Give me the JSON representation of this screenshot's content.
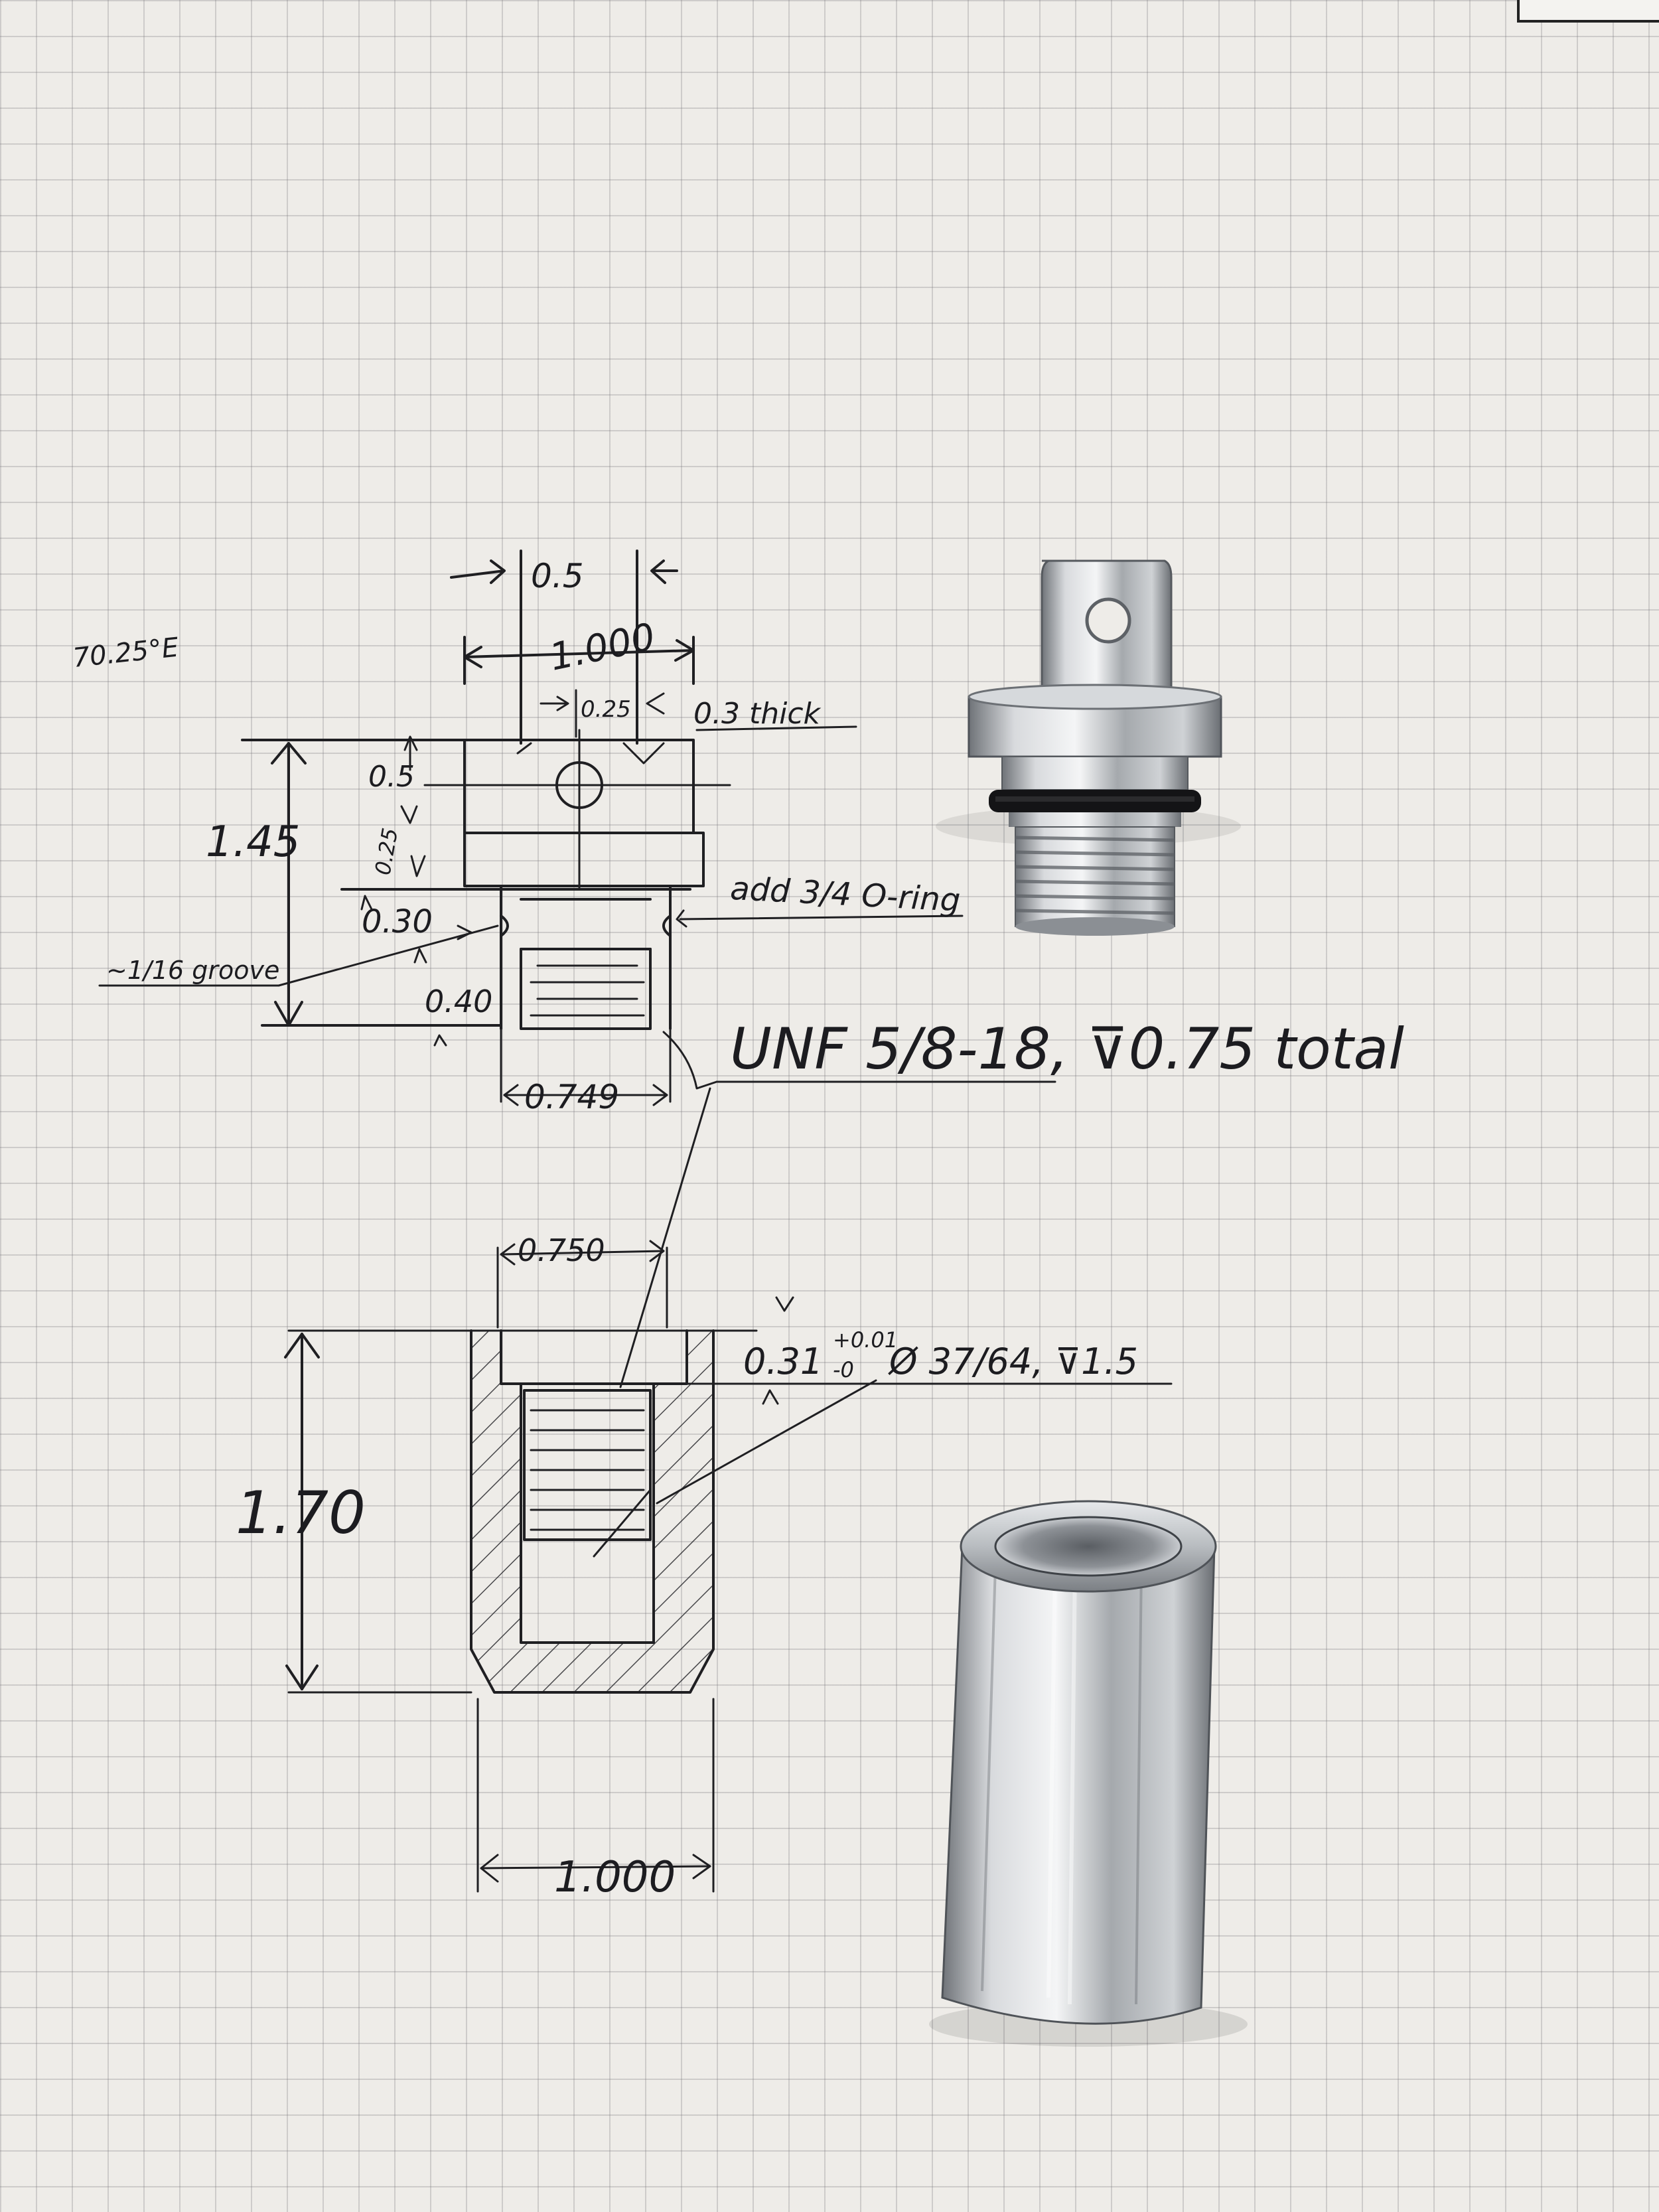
{
  "annotations": {
    "chamfer_note": "70.25°E",
    "tab_width": "0.5",
    "head_width": "1.000",
    "slot_width": "0.25",
    "tab_thickness": "0.3 thick",
    "hole_offset": "0.5",
    "head_height": "0.25",
    "total_height": "1.45",
    "oring_note": "add 3/4 O-ring",
    "groove_note": "~1/16 groove",
    "groove_pos": "0.30",
    "thread_length": "0.40",
    "thread_dia": "0.749",
    "thread_note": "UNF 5/8-18, ⊽0.75 total",
    "bore_dia": "0.750",
    "counterbore_depth": "0.31",
    "tol_plus": "+0.01",
    "tol_minus": "-0",
    "drill_note": "Ø 37/64, ⊽1.5",
    "body_height": "1.70",
    "body_width": "1.000"
  },
  "colors": {
    "ink": "#1f1f22",
    "paper": "#eeece8",
    "grid": "#9a9aa0",
    "metal": "#b9bcc0"
  },
  "icons": {
    "plug": "machined-plug-photo",
    "sleeve": "machined-sleeve-photo"
  }
}
